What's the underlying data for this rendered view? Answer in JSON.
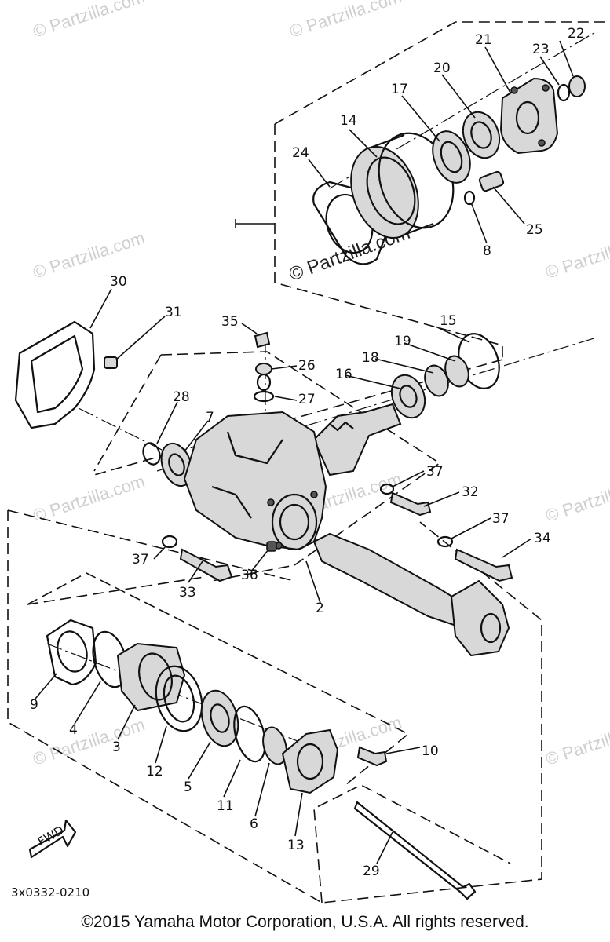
{
  "watermarks": {
    "tl": "© Partzilla.com",
    "tr": "© Partzilla.com",
    "ml": "© Partzilla.com",
    "center": "© Partzilla.com",
    "mr": "© Partzilla.com",
    "l2": "© Partzilla.com",
    "c2": "© Partzilla.com",
    "r2": "© Partzilla.com",
    "l3": "© Partzilla.com",
    "c3": "© Partzilla.com",
    "r3": "© Partzilla.com"
  },
  "callouts": {
    "p2": "2",
    "p3": "3",
    "p4": "4",
    "p5": "5",
    "p6": "6",
    "p7": "7",
    "p8": "8",
    "p9": "9",
    "p10": "10",
    "p11": "11",
    "p12": "12",
    "p13": "13",
    "p14": "14",
    "p15": "15",
    "p16": "16",
    "p17": "17",
    "p18": "18",
    "p19": "19",
    "p20": "20",
    "p21": "21",
    "p22": "22",
    "p23": "23",
    "p24": "24",
    "p25": "25",
    "p26": "26",
    "p27": "27",
    "p28": "28",
    "p29": "29",
    "p30": "30",
    "p31": "31",
    "p32": "32",
    "p33": "33",
    "p34": "34",
    "p35": "35",
    "p36": "36",
    "p37a": "37",
    "p37b": "37",
    "p37c": "37"
  },
  "fwd_label": "FWD",
  "diagram_code": "3x0332-0210",
  "copyright": "©2015 Yamaha Motor Corporation, U.S.A. All rights reserved.",
  "colors": {
    "line": "#111111",
    "watermark": "#cfcfcf",
    "background": "#ffffff"
  }
}
